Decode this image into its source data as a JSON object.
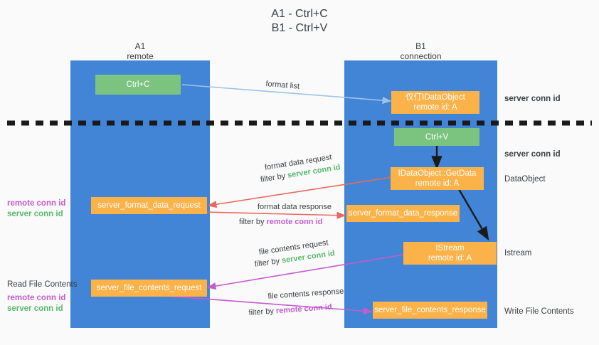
{
  "title": "A1 - Ctrl+C\nB1 - Ctrl+V",
  "columns": [
    {
      "name": "A1",
      "sub": "remote"
    },
    {
      "name": "B1",
      "sub": "connection"
    }
  ],
  "column_headers": {
    "a1": "A1\nremote",
    "b1": "B1\nconnection"
  },
  "boxes": {
    "ctrl_c": "Ctrl+C",
    "ctrl_v": "Ctrl+V",
    "idataobject": "仅仃IDataObject\nremote id: A",
    "getdata": "IDataObject::GetData\nremote id: A",
    "istream": "IStream\nremote id: A",
    "server_format_data_request": "server_format_data_request",
    "server_format_data_response": "server_format_data_response",
    "server_file_contents_request": "server_file_contents_request",
    "server_file_contents_response": "server_file_contents_response"
  },
  "arrow_labels": {
    "format_list": "format list",
    "format_data_request": "format data request",
    "format_data_request_filter_prefix": "filter by ",
    "format_data_request_filter_value": "server conn id",
    "format_data_response": "format data response",
    "format_data_response_filter_prefix": "filter by ",
    "format_data_response_filter_value": "remote conn id",
    "file_contents_request": "file contents request",
    "file_contents_request_filter_prefix": "filter by ",
    "file_contents_request_filter_value": "server conn id",
    "file_contents_response": "file contents response",
    "file_contents_response_filter_prefix": "filter by ",
    "file_contents_response_filter_value": "remote conn id"
  },
  "left_labels": {
    "conn_ids_top_remote": "remote conn id",
    "conn_ids_top_server": "server conn id",
    "read_file_contents": "Read File Contents",
    "conn_ids_bottom_remote": "remote conn id",
    "conn_ids_bottom_server": "server conn id"
  },
  "right_labels": {
    "server_conn_id_top": "server conn id",
    "server_conn_id_second": "server conn id",
    "dataobject": "DataObject",
    "istream": "Istream",
    "write_file_contents": "Write File Contents"
  },
  "colors": {
    "column": "#4285d6",
    "green_box": "#7ac47f",
    "orange_box": "#fbb248",
    "green_text": "#57bb6a",
    "magenta_text": "#c45bd0",
    "arrow_blue": "#9dc3ea",
    "arrow_red": "#e8695f",
    "arrow_magenta": "#c45bd0",
    "arrow_black": "#1a1a1a",
    "divider": "#1a1a1a",
    "background": "#fafafa",
    "text": "#3c4043"
  }
}
